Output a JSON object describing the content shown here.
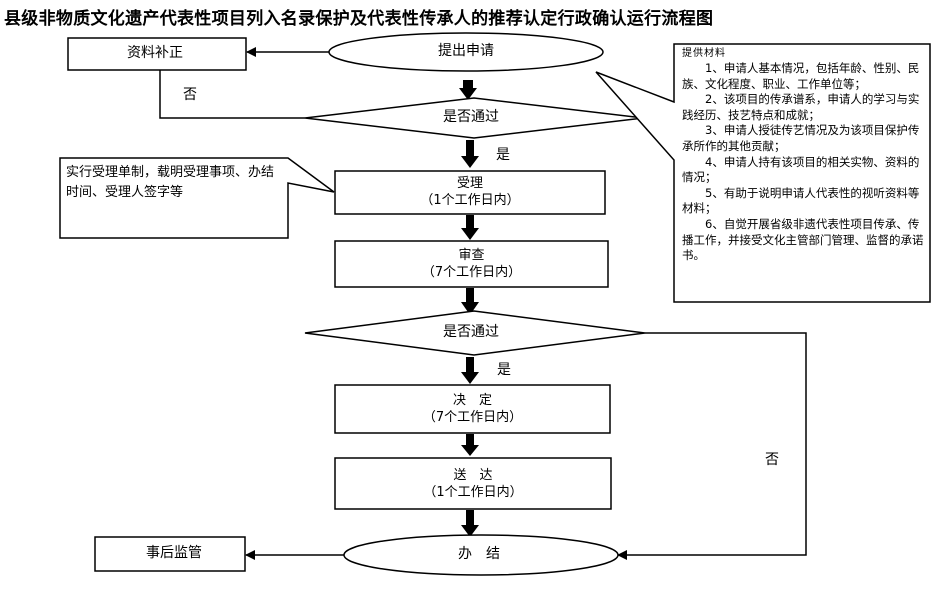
{
  "title": "县级非物质文化遗产代表性项目列入名录保护及代表性传承人的推荐认定行政确认运行流程图",
  "nodes": {
    "supplement": "资料补正",
    "apply": "提出申请",
    "check1": "是否通过",
    "accept_title": "受理",
    "accept_time": "（1个工作日内）",
    "review_title": "审查",
    "review_time": "（7个工作日内）",
    "check2": "是否通过",
    "decide_title": "决　定",
    "decide_time": "（7个工作日内）",
    "deliver_title": "送　达",
    "deliver_time": "（1个工作日内）",
    "finish": "办　结",
    "supervise": "事后监管"
  },
  "edge_labels": {
    "no1": "否",
    "yes1": "是",
    "yes2": "是",
    "no2": "否"
  },
  "callouts": {
    "accept_note": "实行受理单制，载明受理事项、办结时间、受理人签字等",
    "materials_title": "提供材料",
    "materials": [
      "1、申请人基本情况，包括年龄、性别、民族、文化程度、职业、工作单位等；",
      "2、该项目的传承谱系，申请人的学习与实践经历、技艺特点和成就；",
      "3、申请人授徒传艺情况及为该项目保护传承所作的其他贡献；",
      "4、申请人持有该项目的相关实物、资料的情况；",
      "5、有助于说明申请人代表性的视听资料等材料；",
      "6、自觉开展省级非遗代表性项目传承、传播工作，并接受文化主管部门管理、监督的承诺书。"
    ]
  }
}
